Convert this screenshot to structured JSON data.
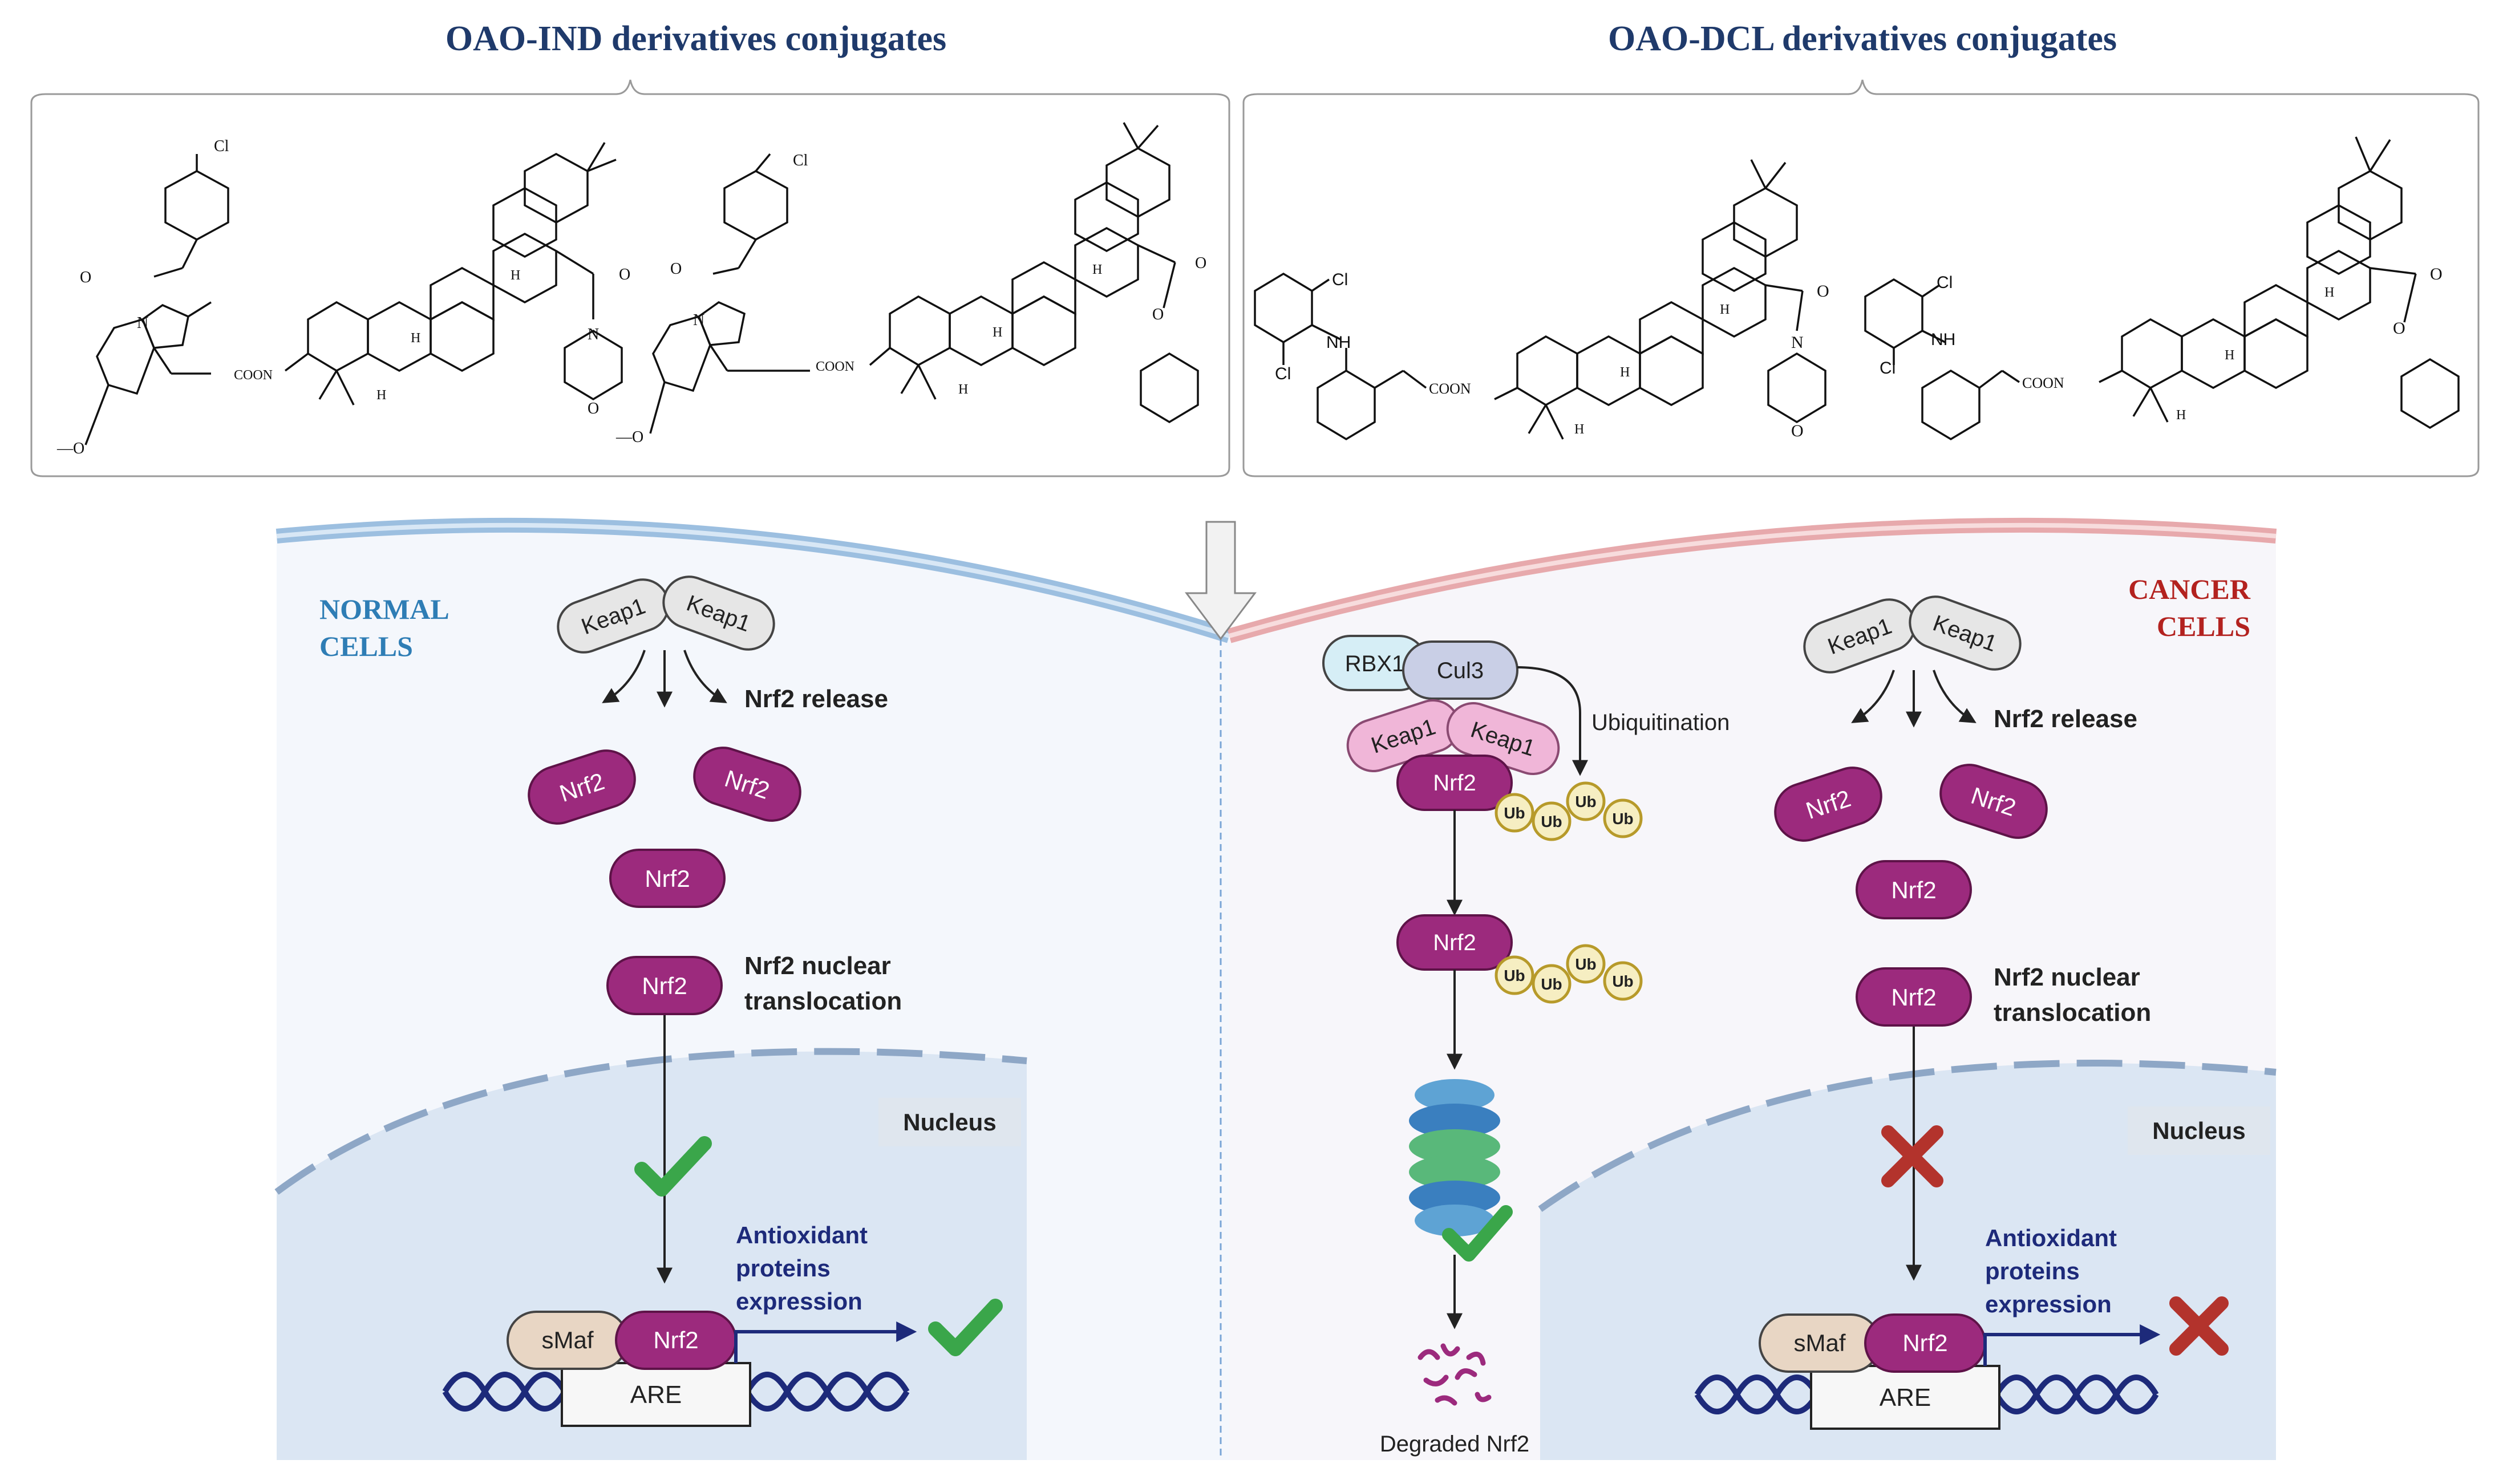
{
  "headers": {
    "left_title": "OAO-IND derivatives conjugates",
    "right_title": "OAO-DCL derivatives conjugates"
  },
  "chem": {
    "cl": "Cl",
    "nh": "NH",
    "n": "N",
    "o": "O",
    "h": "H",
    "coon": "COON",
    "methoxy": "—O"
  },
  "normal": {
    "label_line1": "NORMAL",
    "label_line2": "CELLS",
    "keap1": "Keap1",
    "nrf2": "Nrf2",
    "nrf2_release": "Nrf2 release",
    "translocation_line1": "Nrf2 nuclear",
    "translocation_line2": "translocation",
    "nucleus": "Nucleus",
    "smaf": "sMaf",
    "are": "ARE",
    "expr_line1": "Antioxidant",
    "expr_line2": "proteins",
    "expr_line3": "expression"
  },
  "cancer": {
    "label_line1": "CANCER",
    "label_line2": "CELLS",
    "rbx1": "RBX1",
    "cul3": "Cul3",
    "keap1": "Keap1",
    "nrf2": "Nrf2",
    "ub": "Ub",
    "ubiquitination": "Ubiquitination",
    "degraded": "Degraded Nrf2",
    "nrf2_release": "Nrf2 release",
    "translocation_line1": "Nrf2 nuclear",
    "translocation_line2": "translocation",
    "nucleus": "Nucleus",
    "smaf": "sMaf",
    "are": "ARE",
    "expr_line1": "Antioxidant",
    "expr_line2": "proteins",
    "expr_line3": "expression"
  },
  "colors": {
    "title": "#1f3a6b",
    "nrf2_fill": "#9c2a7d",
    "keap1_fill": "#e6e6e6",
    "keap1_pink": "#f0b6d8",
    "cul3_fill": "#c9cfe6",
    "rbx1_fill": "#d6eef6",
    "ub_fill": "#f6eec2",
    "ub_stroke": "#b79a2a",
    "nucleus_fill": "#dbe6f3",
    "cytoplasm_fill": "#f4f7fc",
    "normal_label": "#2e7db5",
    "cancer_label": "#b3221f",
    "check": "#3aa64a",
    "cross": "#b3332c",
    "dna": "#1d2a7a",
    "arrow": "#1d2a7a"
  }
}
